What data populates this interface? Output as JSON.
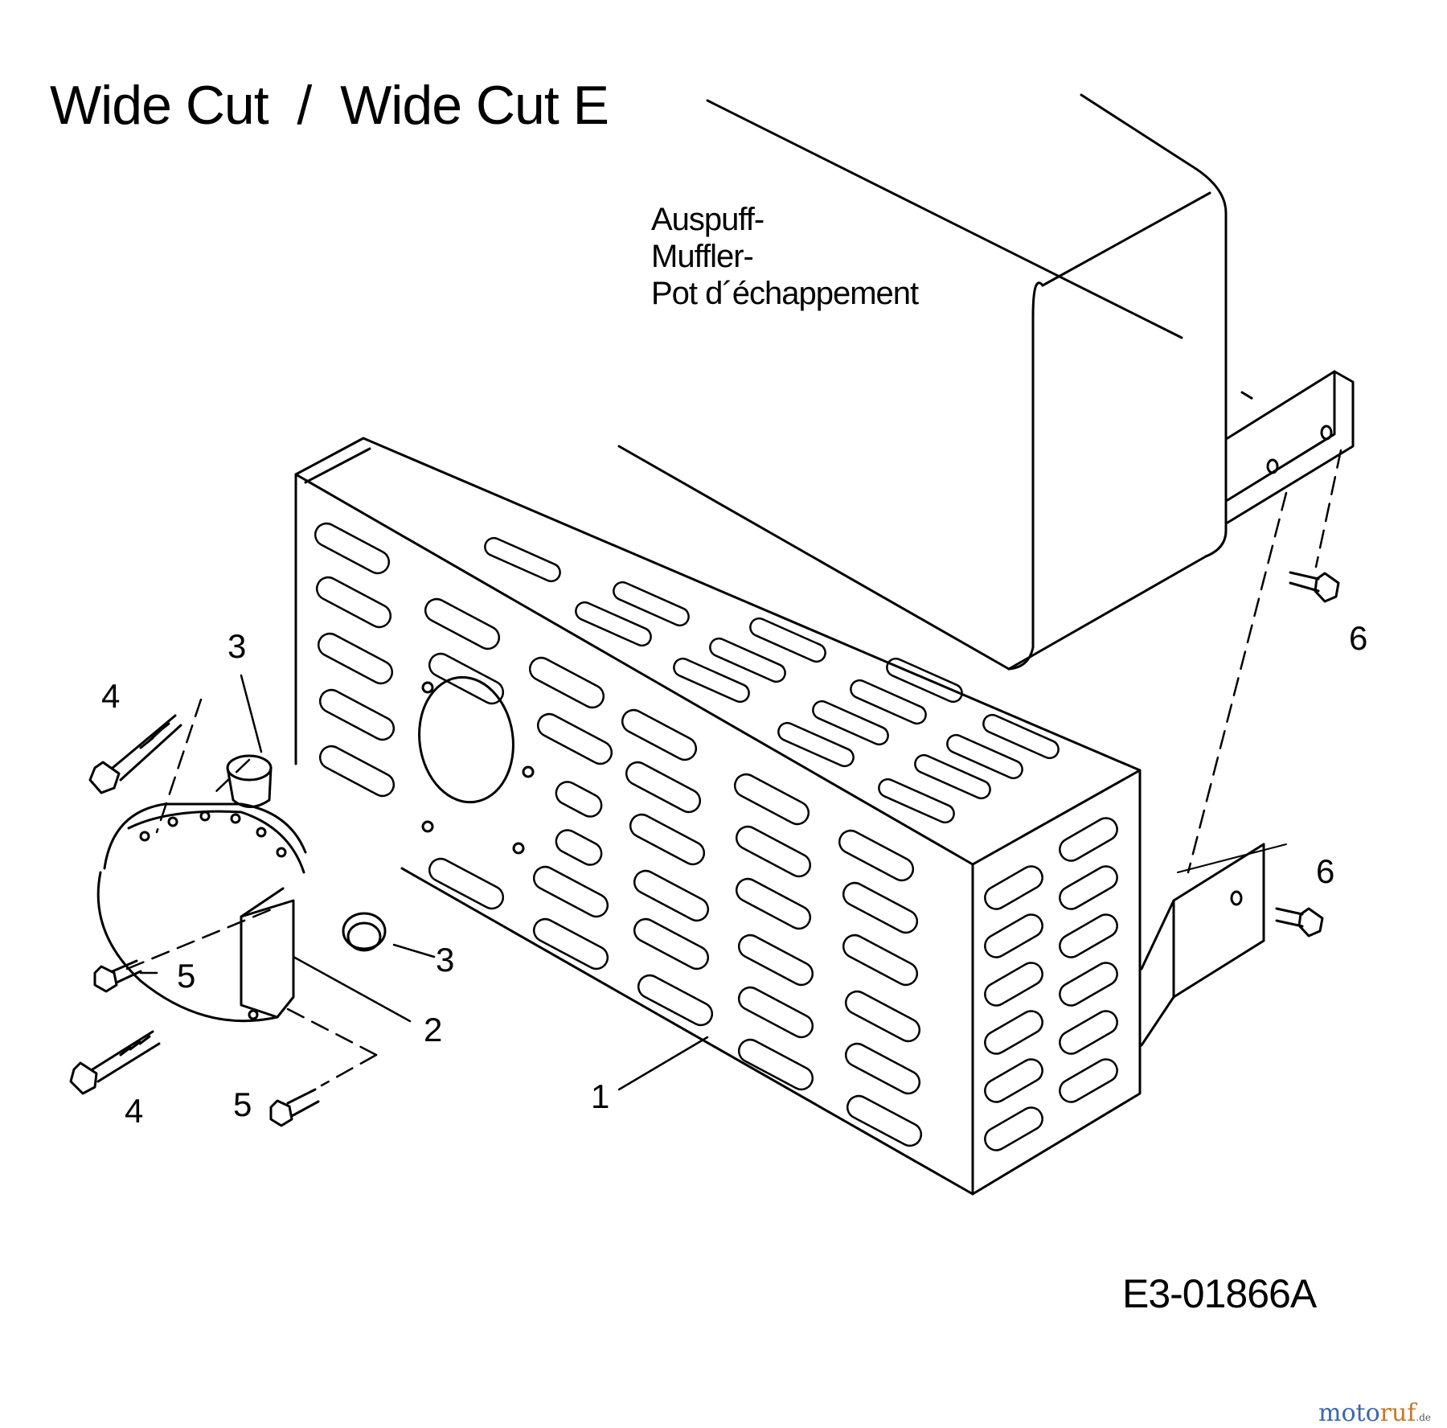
{
  "title": "Wide Cut  /  Wide Cut E",
  "part_label": {
    "lines": [
      "Auspuff-",
      "Muffler-",
      "Pot d´échappement"
    ]
  },
  "callouts": {
    "c1": "1",
    "c2": "2",
    "c3a": "3",
    "c3b": "3",
    "c4a": "4",
    "c4b": "4",
    "c5a": "5",
    "c5b": "5",
    "c6a": "6",
    "c6b": "6"
  },
  "drawing_code": "E3-01866A",
  "watermark": {
    "mo": "moto",
    "ruf": "ruf",
    "de": ".de"
  }
}
